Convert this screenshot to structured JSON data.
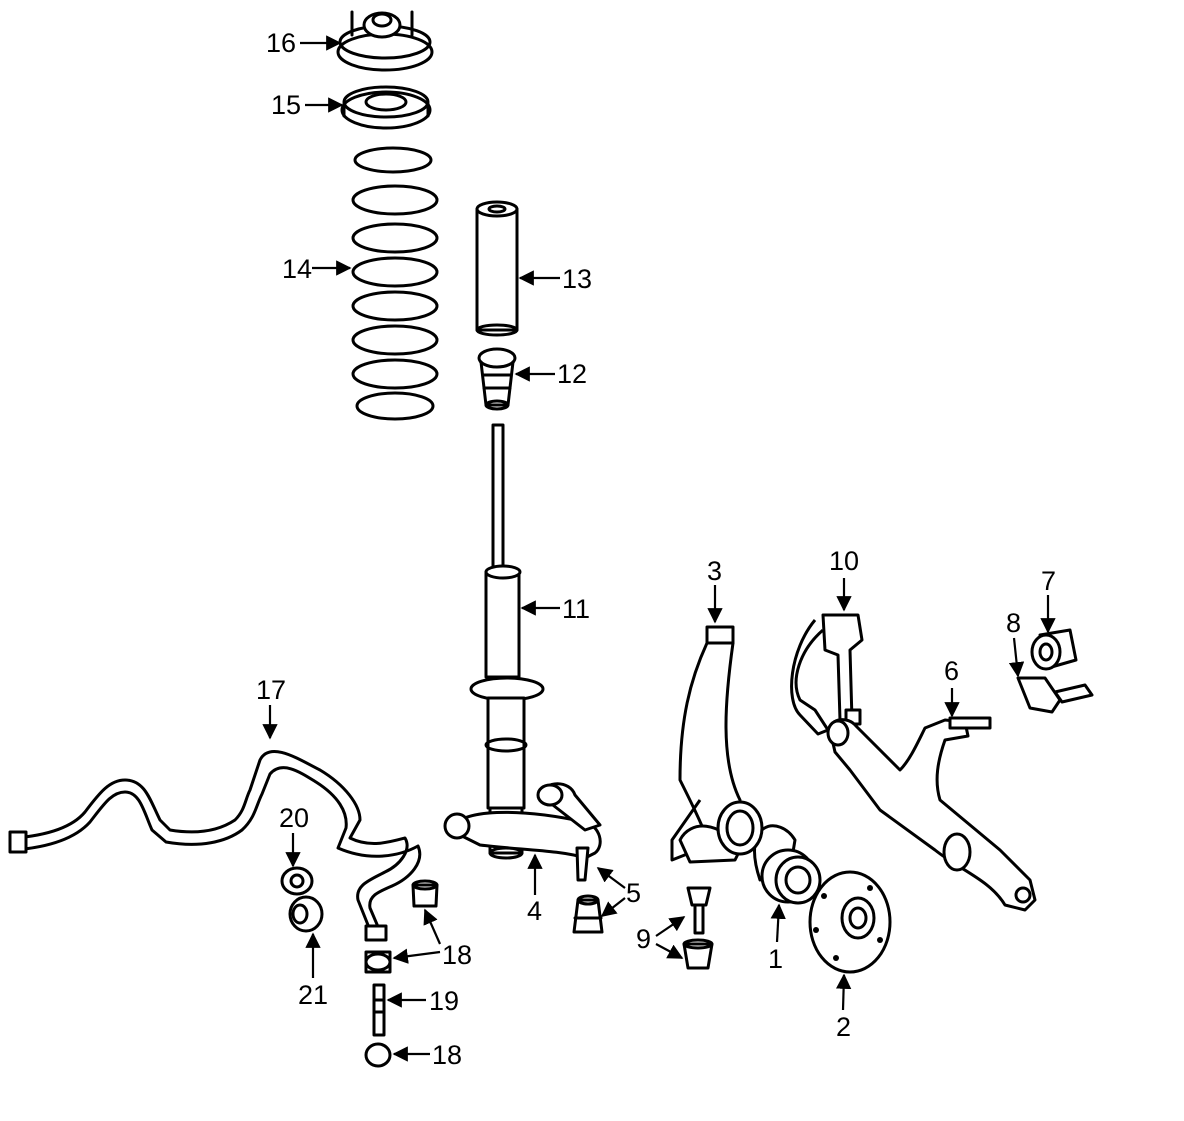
{
  "diagram": {
    "callouts": [
      {
        "id": "c16",
        "label": "16"
      },
      {
        "id": "c15",
        "label": "15"
      },
      {
        "id": "c14",
        "label": "14"
      },
      {
        "id": "c13",
        "label": "13"
      },
      {
        "id": "c12",
        "label": "12"
      },
      {
        "id": "c11",
        "label": "11"
      },
      {
        "id": "c10",
        "label": "10"
      },
      {
        "id": "c3",
        "label": "3"
      },
      {
        "id": "c7",
        "label": "7"
      },
      {
        "id": "c8",
        "label": "8"
      },
      {
        "id": "c6",
        "label": "6"
      },
      {
        "id": "c17",
        "label": "17"
      },
      {
        "id": "c20",
        "label": "20"
      },
      {
        "id": "c21",
        "label": "21"
      },
      {
        "id": "c18a",
        "label": "18"
      },
      {
        "id": "c19",
        "label": "19"
      },
      {
        "id": "c18b",
        "label": "18"
      },
      {
        "id": "c4",
        "label": "4"
      },
      {
        "id": "c5",
        "label": "5"
      },
      {
        "id": "c9",
        "label": "9"
      },
      {
        "id": "c1",
        "label": "1"
      },
      {
        "id": "c2",
        "label": "2"
      }
    ]
  }
}
